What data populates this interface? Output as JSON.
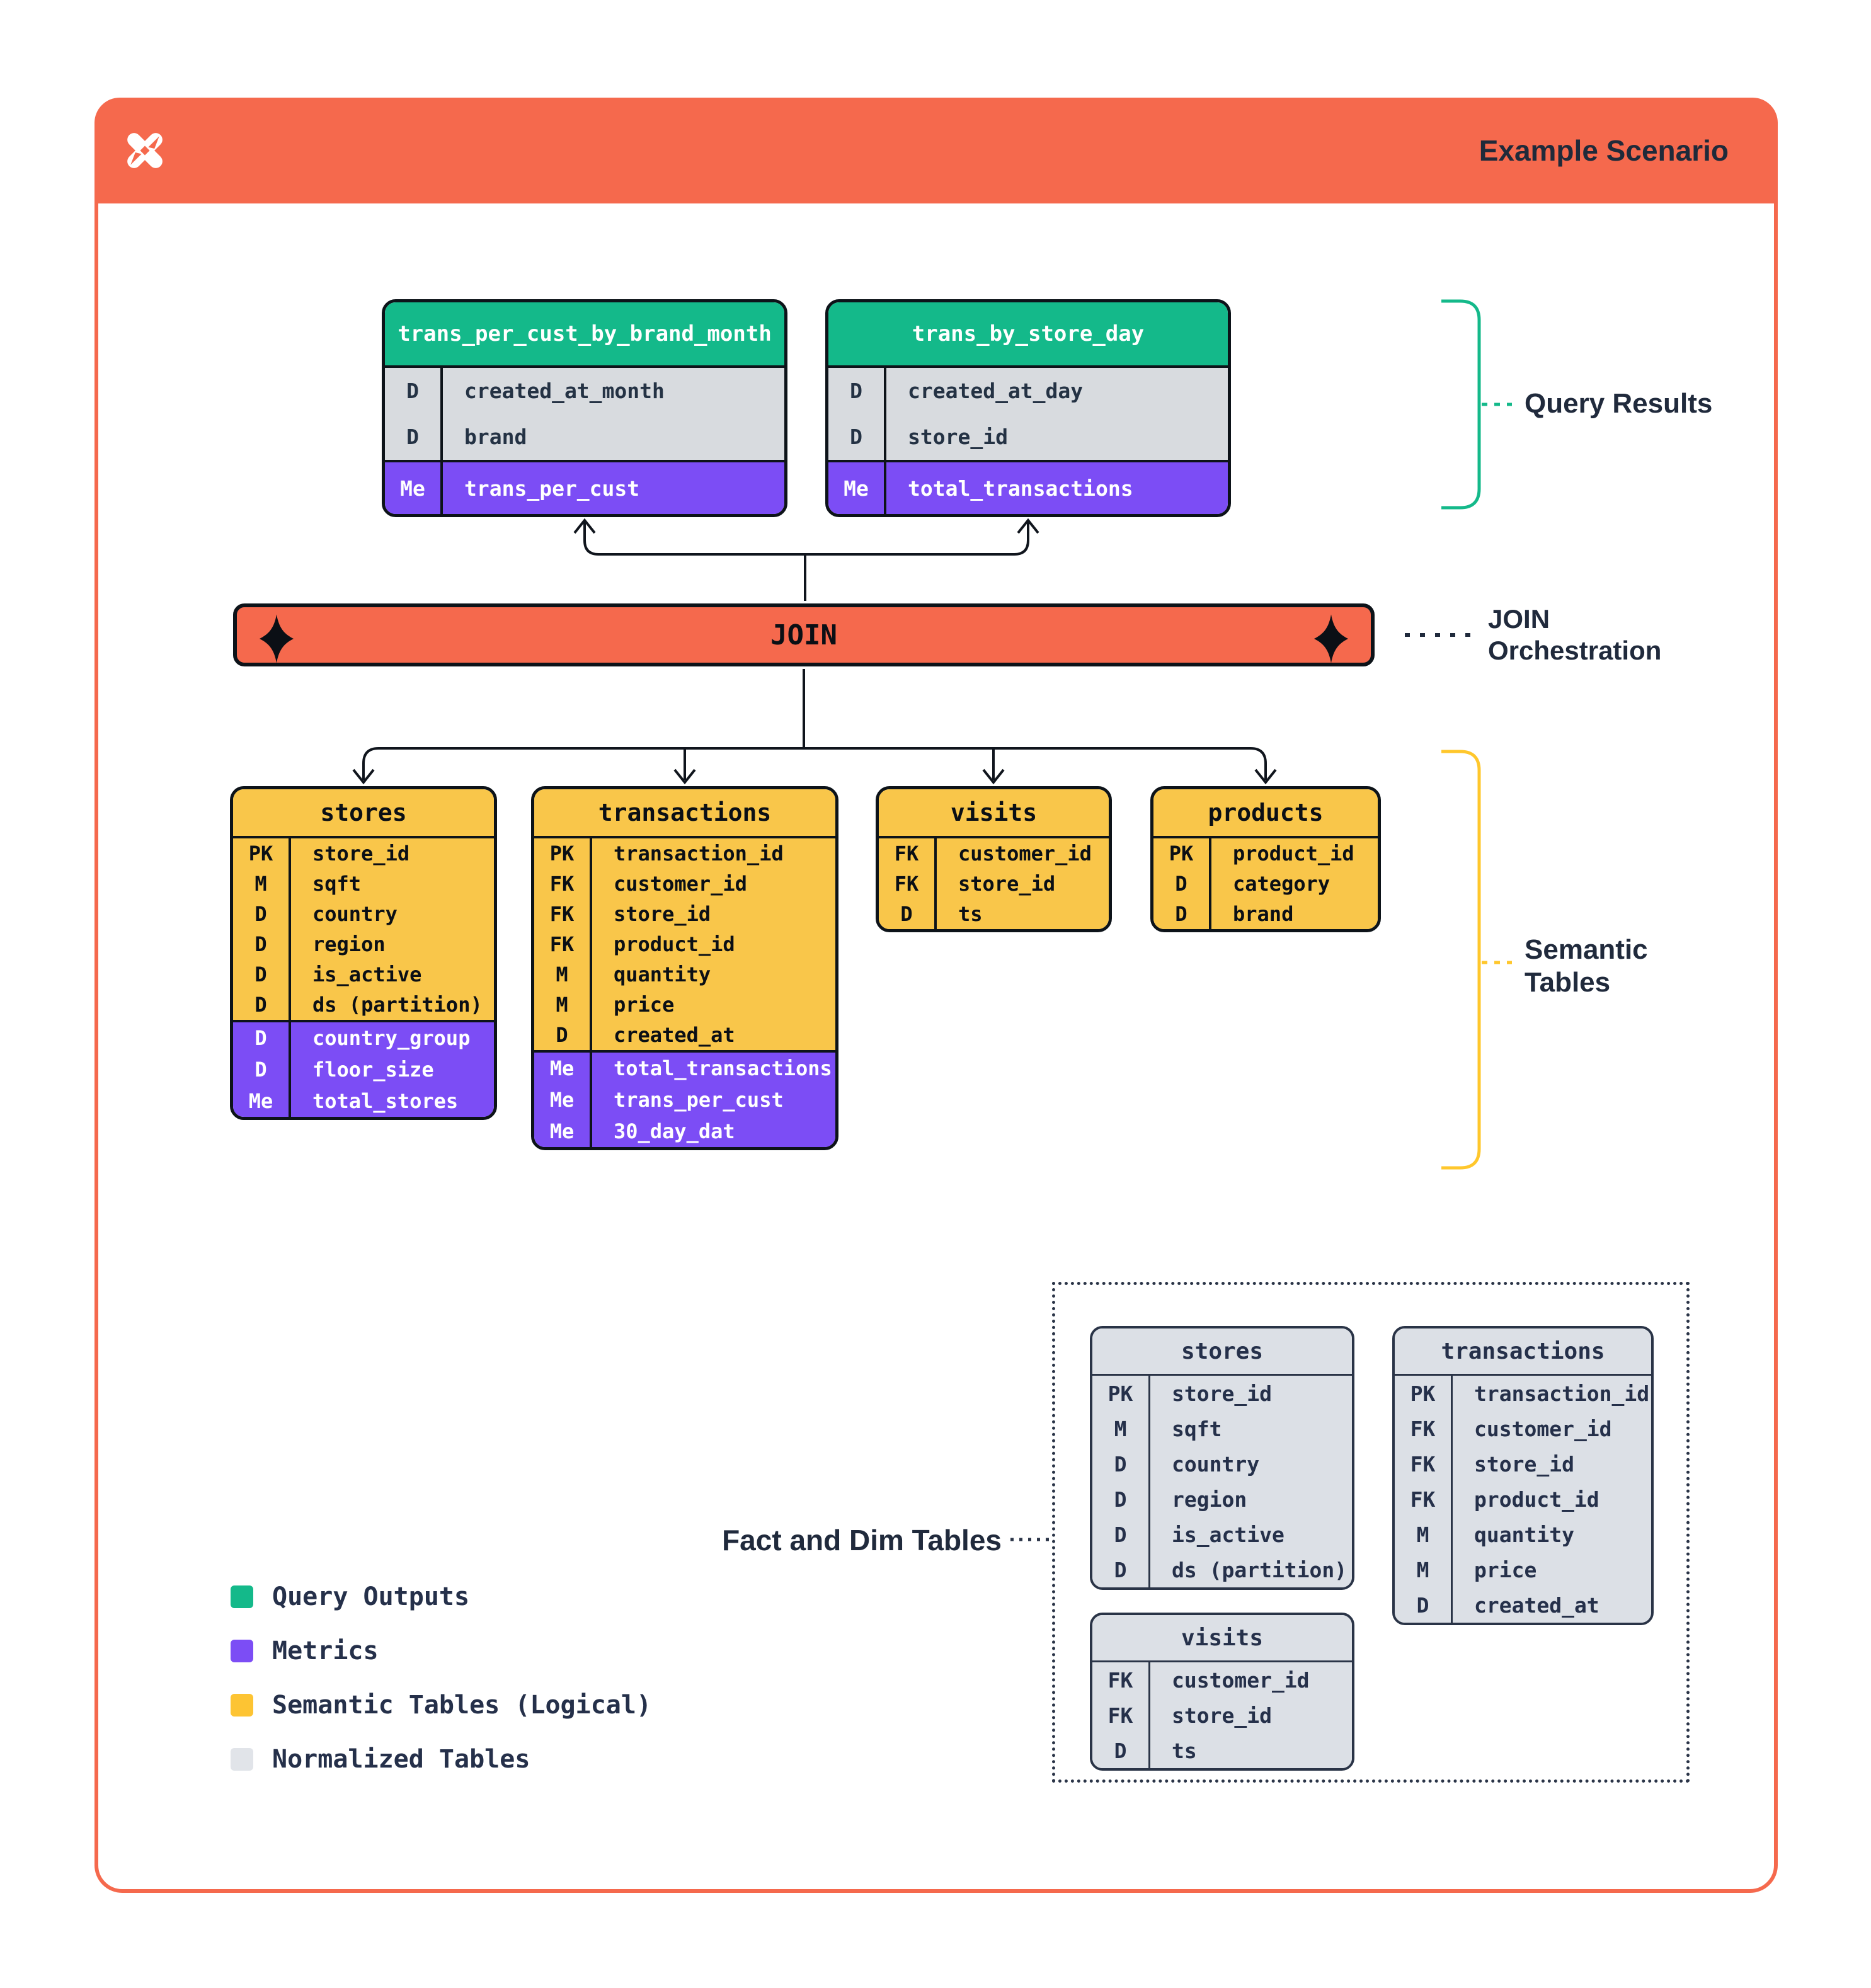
{
  "header": {
    "title": "Example Scenario"
  },
  "join": {
    "label": "JOIN"
  },
  "annotations": {
    "query_results": "Query Results",
    "join_orchestration": [
      "JOIN",
      "Orchestration"
    ],
    "semantic_tables": [
      "Semantic",
      "Tables"
    ],
    "fact_and_dim": "Fact and Dim Tables"
  },
  "tables": {
    "query_trans_per_cust": {
      "name": "trans_per_cust_by_brand_month",
      "main": [
        {
          "key": "D",
          "field": "created_at_month"
        },
        {
          "key": "D",
          "field": "brand"
        }
      ],
      "metrics": [
        {
          "key": "Me",
          "field": "trans_per_cust"
        }
      ]
    },
    "query_trans_by_store": {
      "name": "trans_by_store_day",
      "main": [
        {
          "key": "D",
          "field": "created_at_day"
        },
        {
          "key": "D",
          "field": "store_id"
        }
      ],
      "metrics": [
        {
          "key": "Me",
          "field": "total_transactions"
        }
      ]
    },
    "sem_stores": {
      "name": "stores",
      "main": [
        {
          "key": "PK",
          "field": "store_id"
        },
        {
          "key": "M",
          "field": "sqft"
        },
        {
          "key": "D",
          "field": "country"
        },
        {
          "key": "D",
          "field": "region"
        },
        {
          "key": "D",
          "field": "is_active"
        },
        {
          "key": "D",
          "field": "ds (partition)"
        }
      ],
      "metrics": [
        {
          "key": "D",
          "field": "country_group"
        },
        {
          "key": "D",
          "field": "floor_size"
        },
        {
          "key": "Me",
          "field": "total_stores"
        }
      ]
    },
    "sem_transactions": {
      "name": "transactions",
      "main": [
        {
          "key": "PK",
          "field": "transaction_id"
        },
        {
          "key": "FK",
          "field": "customer_id"
        },
        {
          "key": "FK",
          "field": "store_id"
        },
        {
          "key": "FK",
          "field": "product_id"
        },
        {
          "key": "M",
          "field": "quantity"
        },
        {
          "key": "M",
          "field": "price"
        },
        {
          "key": "D",
          "field": "created_at"
        }
      ],
      "metrics": [
        {
          "key": "Me",
          "field": "total_transactions"
        },
        {
          "key": "Me",
          "field": "trans_per_cust"
        },
        {
          "key": "Me",
          "field": "30_day_dat"
        }
      ]
    },
    "sem_visits": {
      "name": "visits",
      "main": [
        {
          "key": "FK",
          "field": "customer_id"
        },
        {
          "key": "FK",
          "field": "store_id"
        },
        {
          "key": "D",
          "field": "ts"
        }
      ],
      "metrics": []
    },
    "sem_products": {
      "name": "products",
      "main": [
        {
          "key": "PK",
          "field": "product_id"
        },
        {
          "key": "D",
          "field": "category"
        },
        {
          "key": "D",
          "field": "brand"
        }
      ],
      "metrics": []
    },
    "norm_stores": {
      "name": "stores",
      "main": [
        {
          "key": "PK",
          "field": "store_id"
        },
        {
          "key": "M",
          "field": "sqft"
        },
        {
          "key": "D",
          "field": "country"
        },
        {
          "key": "D",
          "field": "region"
        },
        {
          "key": "D",
          "field": "is_active"
        },
        {
          "key": "D",
          "field": "ds (partition)"
        }
      ],
      "metrics": []
    },
    "norm_transactions": {
      "name": "transactions",
      "main": [
        {
          "key": "PK",
          "field": "transaction_id"
        },
        {
          "key": "FK",
          "field": "customer_id"
        },
        {
          "key": "FK",
          "field": "store_id"
        },
        {
          "key": "FK",
          "field": "product_id"
        },
        {
          "key": "M",
          "field": "quantity"
        },
        {
          "key": "M",
          "field": "price"
        },
        {
          "key": "D",
          "field": "created_at"
        }
      ],
      "metrics": []
    },
    "norm_visits": {
      "name": "visits",
      "main": [
        {
          "key": "FK",
          "field": "customer_id"
        },
        {
          "key": "FK",
          "field": "store_id"
        },
        {
          "key": "D",
          "field": "ts"
        }
      ],
      "metrics": []
    }
  },
  "legend": [
    {
      "label": "Query Outputs",
      "color": "#14B98A"
    },
    {
      "label": "Metrics",
      "color": "#7C4DF5"
    },
    {
      "label": "Semantic Tables (Logical)",
      "color": "#FDC433"
    },
    {
      "label": "Normalized Tables",
      "color": "#E1E4E9"
    }
  ],
  "colors": {
    "accent_orange": "#F5694D",
    "query_green": "#14B98A",
    "metric_purple": "#7C4DF5",
    "semantic_yellow": "#F9C64A",
    "query_row_gray": "#D8DBDF",
    "normalized_gray": "#DCE0E6",
    "label_navy": "#202A3C",
    "line_black": "#10151D",
    "yellow_brace": "#FFC72C"
  }
}
